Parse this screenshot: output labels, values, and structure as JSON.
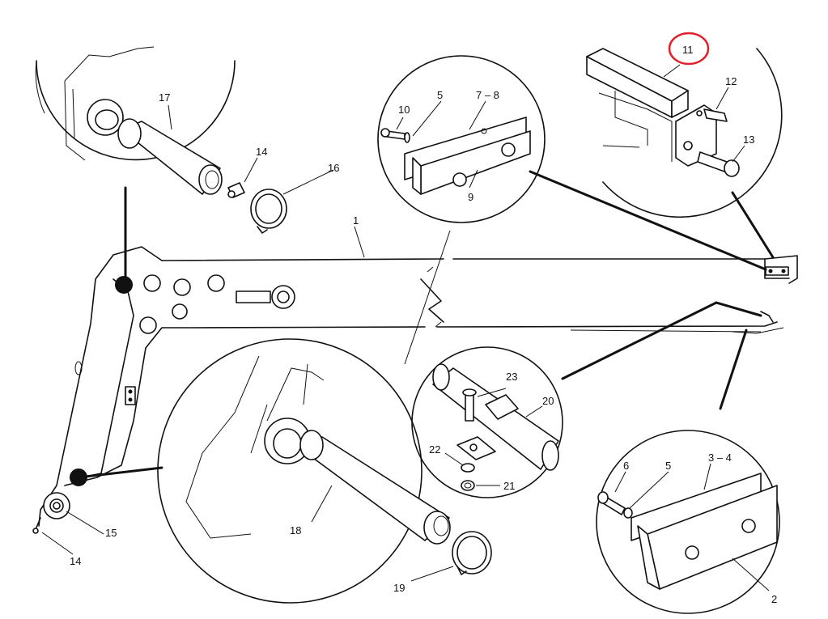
{
  "labels": {
    "p1": "1",
    "p2": "2",
    "p3_4": "3 – 4",
    "p5a": "5",
    "p5b": "5",
    "p6": "6",
    "p7_8": "7 – 8",
    "p9": "9",
    "p10": "10",
    "p11": "11",
    "p12": "12",
    "p13": "13",
    "p14a": "14",
    "p14b": "14",
    "p15": "15",
    "p16": "16",
    "p17": "17",
    "p18": "18",
    "p19": "19",
    "p20": "20",
    "p21": "21",
    "p22": "22",
    "p23": "23"
  },
  "colors": {
    "line": "#111111",
    "highlight": "#e0202a",
    "background": "#ffffff"
  }
}
